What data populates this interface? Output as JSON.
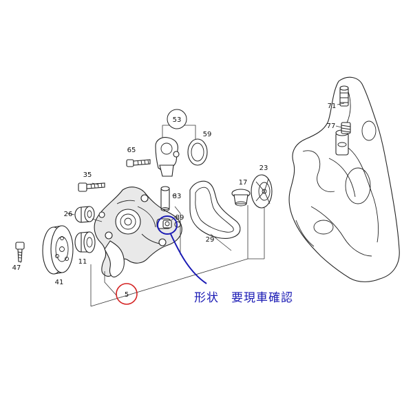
{
  "diagram": {
    "part_numbers": {
      "p5": "5",
      "p11": "11",
      "p17": "17",
      "p23": "23",
      "p26": "26",
      "p29": "29",
      "p35": "35",
      "p41": "41",
      "p47": "47",
      "p53": "53",
      "p59": "59",
      "p65": "65",
      "p71": "71",
      "p77": "77",
      "p83": "83",
      "p89": "89"
    },
    "note": "形状　要現車確認",
    "colors": {
      "highlight_circle": "#d42020",
      "annotation": "#1a1ab4",
      "line": "#222222"
    }
  }
}
